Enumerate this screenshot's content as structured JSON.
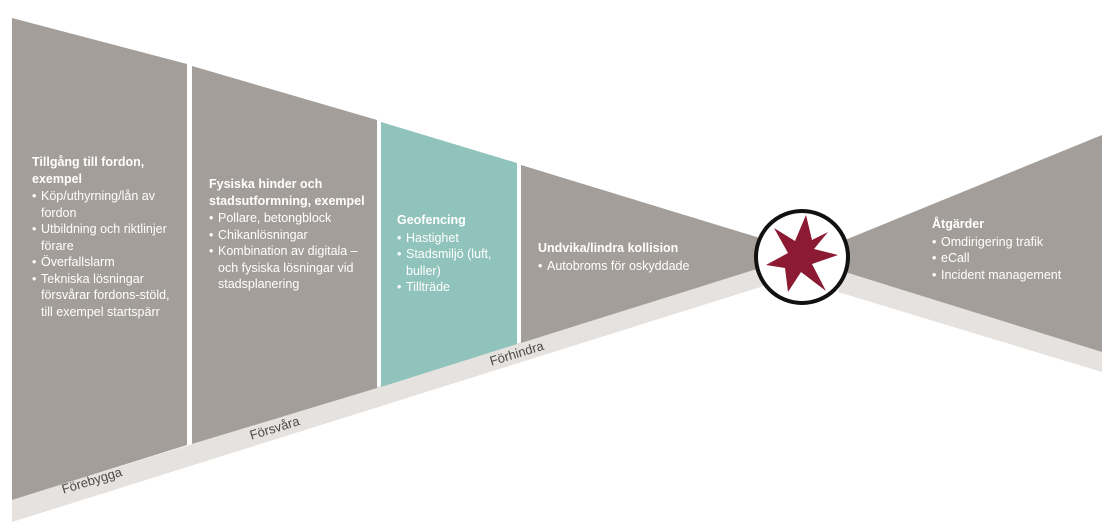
{
  "colors": {
    "panel": "#a39e99",
    "highlight": "#90c3bb",
    "band": "#e5e2df",
    "burst": "#8c1a33",
    "text": "#ffffff",
    "band_text": "#4a4a4a"
  },
  "icons": {
    "event": "collision-burst-icon"
  },
  "panels": [
    {
      "title": "Tillgång till fordon, exempel",
      "items": [
        "Köp/uthyrning/lån av fordon",
        "Utbildning och riktlinjer förare",
        "Överfallslarm",
        "Tekniska lösningar försvårar fordons-stöld, till exempel startspärr"
      ]
    },
    {
      "title": "Fysiska hinder och stadsutformning, exempel",
      "items": [
        "Pollare, betongblock",
        "Chikanlösningar",
        "Kombination av digitala – och fysiska lösningar vid stadsplanering"
      ]
    },
    {
      "title": "Geofencing",
      "items": [
        "Hastighet",
        "Stadsmiljö (luft, buller)",
        "Tillträde"
      ]
    },
    {
      "title": "Undvika/lindra kollision",
      "items": [
        "Autobroms för oskyddade"
      ]
    },
    {
      "title": "Åtgärder",
      "items": [
        "Omdirigering trafik",
        "eCall",
        "Incident management"
      ]
    }
  ],
  "bands": [
    "Förebygga",
    "Försvåra",
    "Förhindra"
  ]
}
